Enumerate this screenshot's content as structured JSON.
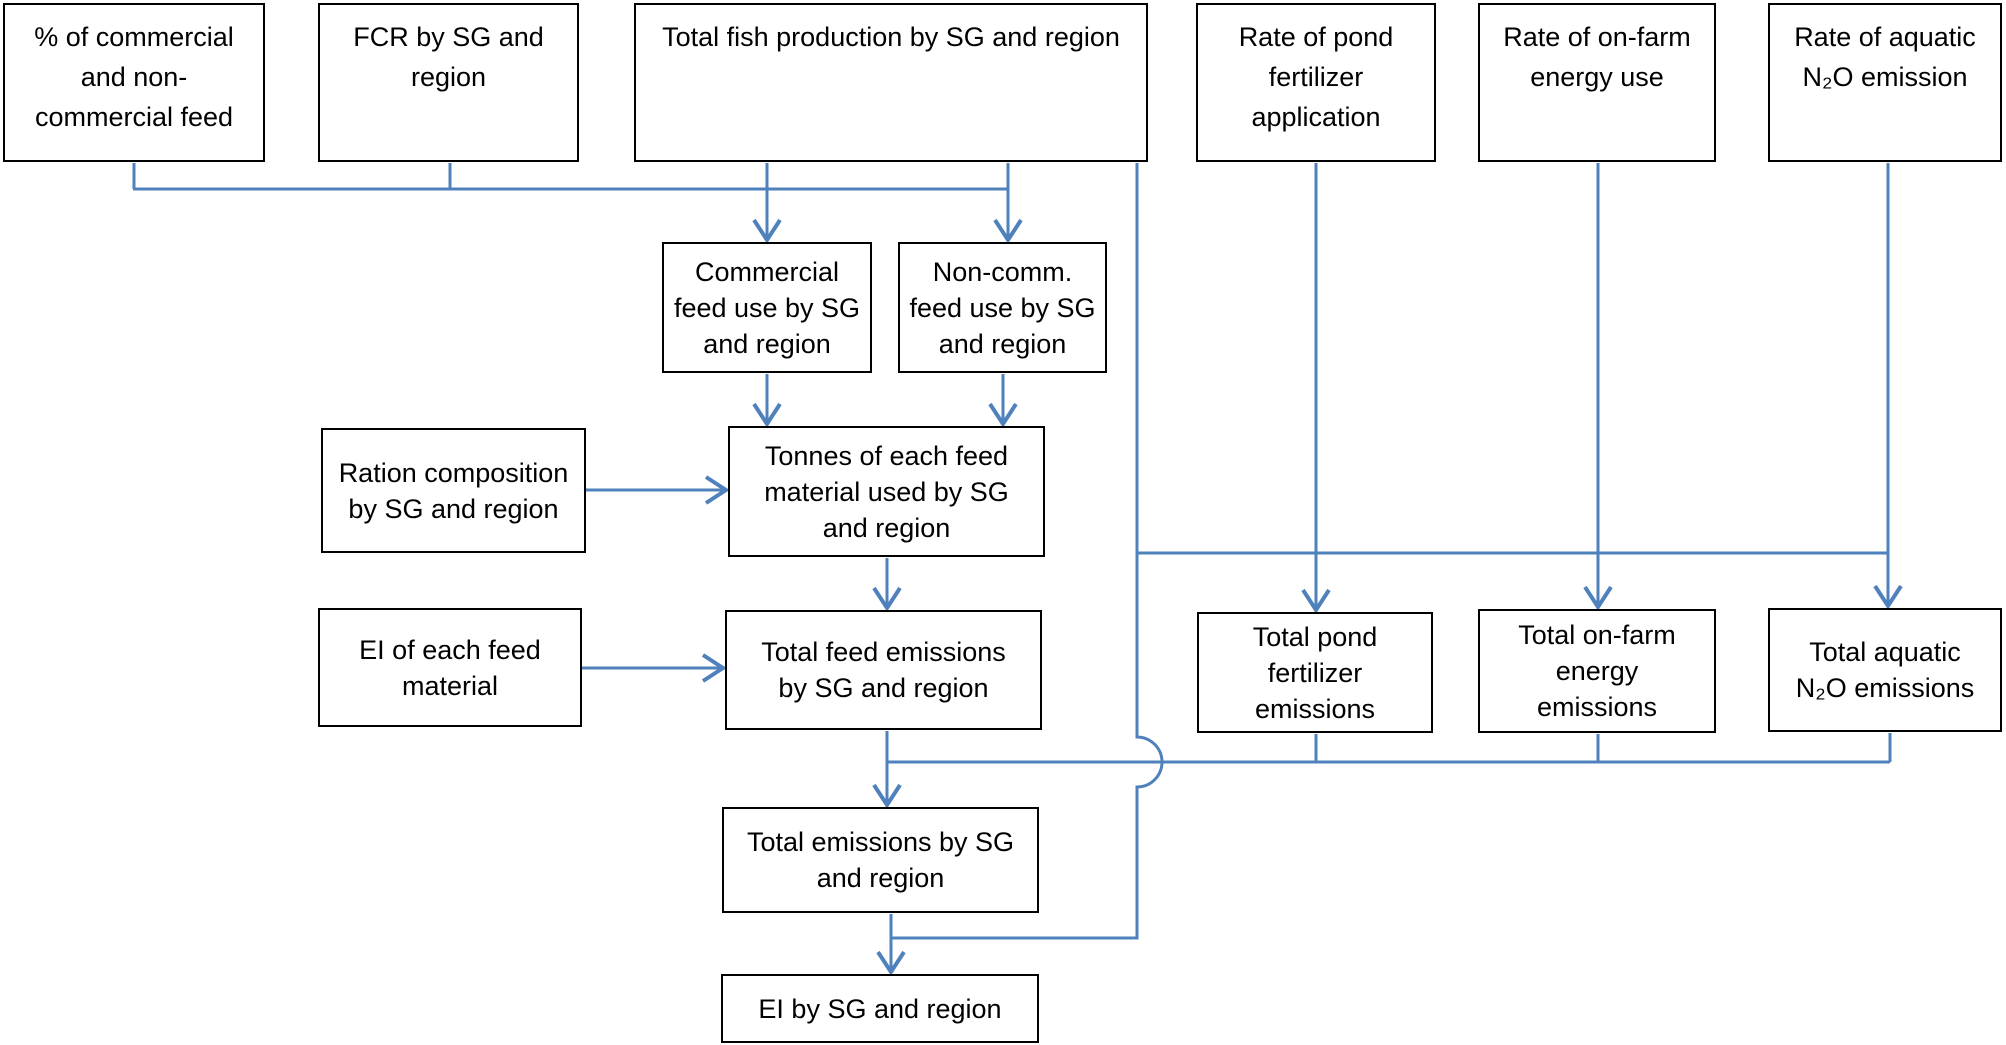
{
  "colors": {
    "connector_blue": "#4f81bd",
    "box_border": "#000000",
    "box_fill": "#ffffff",
    "text": "#000000",
    "background": "#ffffff"
  },
  "nodes": {
    "pct_feed": {
      "label": "% of commercial\nand non-\ncommercial feed"
    },
    "fcr": {
      "label": "FCR by SG and\nregion"
    },
    "fish_production": {
      "label": "Total fish production by SG and region"
    },
    "pond_fertilizer_rate": {
      "label": "Rate of pond\nfertilizer\napplication"
    },
    "energy_rate": {
      "label": "Rate of on-farm\nenergy use"
    },
    "n2o_rate": {
      "label": "Rate of aquatic\nN₂O emission"
    },
    "commercial_feed_use": {
      "label": "Commercial\nfeed use by SG\nand region"
    },
    "noncomm_feed_use": {
      "label": "Non-comm.\nfeed use by SG\nand region"
    },
    "ration_composition": {
      "label": "Ration composition\nby SG and region"
    },
    "tonnes_feed_material": {
      "label": "Tonnes of each feed\nmaterial used by SG\nand region"
    },
    "ei_feed_material": {
      "label": "EI of each feed\nmaterial"
    },
    "total_feed_emissions": {
      "label": "Total feed emissions\nby SG and region"
    },
    "pond_fertilizer_emissions": {
      "label": "Total pond\nfertilizer\nemissions"
    },
    "energy_emissions": {
      "label": "Total on-farm\nenergy\nemissions"
    },
    "n2o_emissions": {
      "label": "Total aquatic\nN₂O emissions"
    },
    "total_emissions": {
      "label": "Total emissions by SG\nand region"
    },
    "ei_result": {
      "label": "EI by SG and region"
    }
  }
}
